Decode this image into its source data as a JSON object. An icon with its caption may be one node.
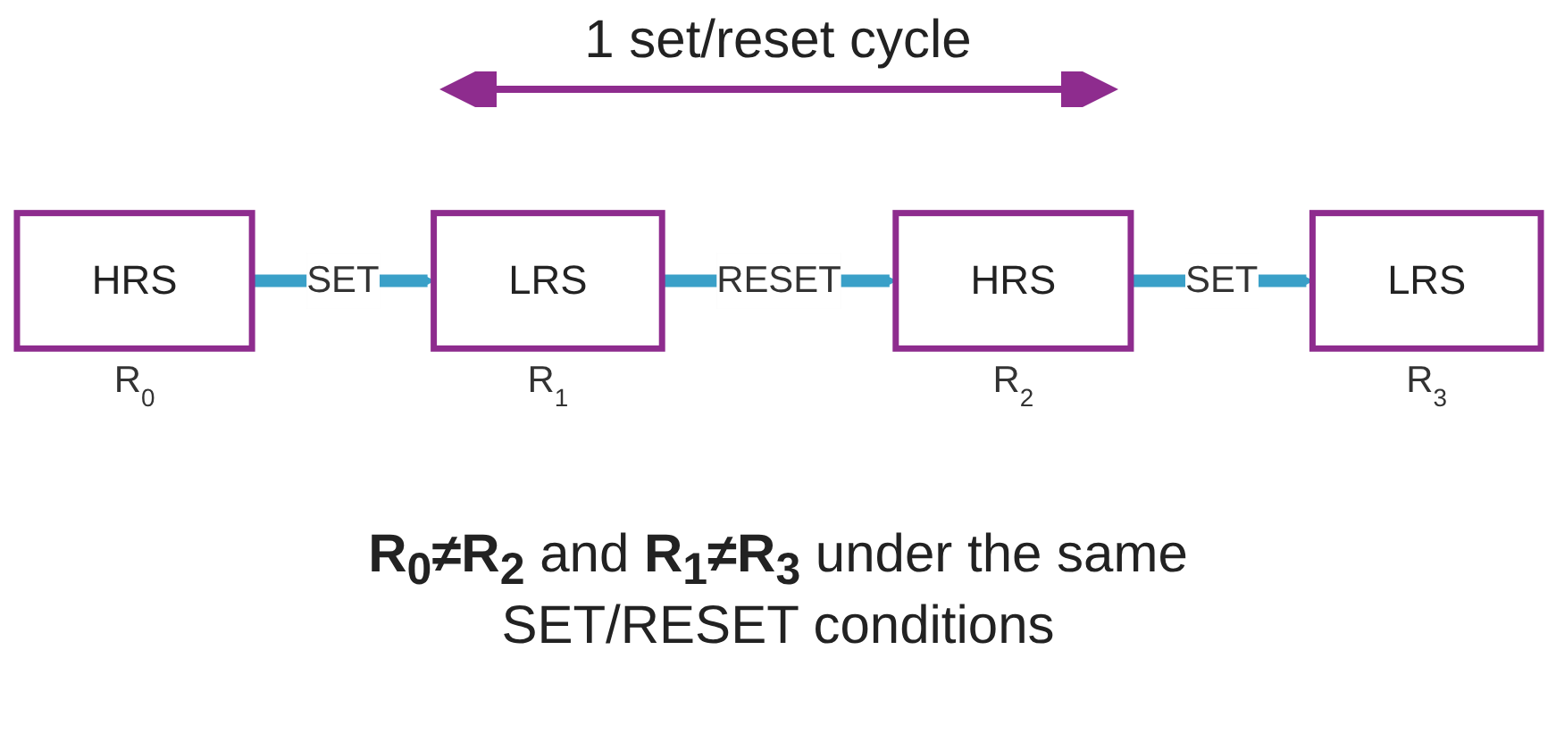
{
  "diagram": {
    "caption": "**R$_{0}$≠R$_{2}$** and **R$_{1}$≠R$_{3}$** under the same SET/RESET conditions",
    "nodes": [
      {
        "text": [
          "HRS"
        ],
        "beside": [
          "R$_{0}$"
        ]
      },
      {
        "text": [
          "LRS"
        ],
        "beside": [
          "R$_{1}$"
        ]
      },
      {
        "text": [
          "HRS"
        ],
        "beside": [
          "R$_{2}$"
        ]
      },
      {
        "text": [
          "LRS"
        ],
        "beside": [
          "R$_{3}$"
        ]
      }
    ],
    "edges": [
      {
        "from": 0,
        "to": 1,
        "arrow": "to",
        "label": "SET"
      },
      {
        "from": 1,
        "to": 2,
        "arrow": "to",
        "label": "RESET"
      },
      {
        "from": 2,
        "to": 3,
        "arrow": "to",
        "label": "SET"
      }
    ],
    "labels": [
      "1 set/reset cycle"
    ]
  }
}
